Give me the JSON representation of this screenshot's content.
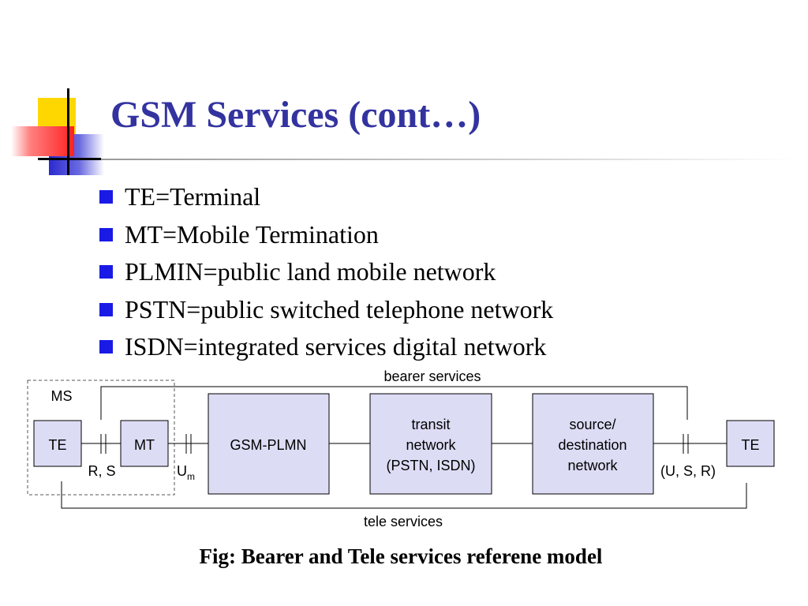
{
  "slide": {
    "title": "GSM Services (cont…)",
    "bullets": [
      "TE=Terminal",
      "MT=Mobile Termination",
      "PLMIN=public land mobile network",
      "PSTN=public switched telephone network",
      "ISDN=integrated services digital network"
    ],
    "caption": "Fig: Bearer and Tele services referene model"
  },
  "diagram": {
    "ms_label": "MS",
    "te_left": "TE",
    "mt": "MT",
    "gsm_plmn": "GSM-PLMN",
    "transit": [
      "transit",
      "network",
      "(PSTN, ISDN)"
    ],
    "source_dest": [
      "source/",
      "destination",
      "network"
    ],
    "te_right": "TE",
    "rs_label": "R, S",
    "um_label": "U",
    "um_sub": "m",
    "usr_label": "(U, S, R)",
    "bearer_label": "bearer services",
    "tele_label": "tele services"
  },
  "colors": {
    "title": "#3333a0",
    "bullet": "#1a1ae6",
    "box_fill": "#dcdcf5",
    "deco_yellow": "#ffd700",
    "deco_red": "#ff3030",
    "deco_blue": "#3333cc"
  }
}
